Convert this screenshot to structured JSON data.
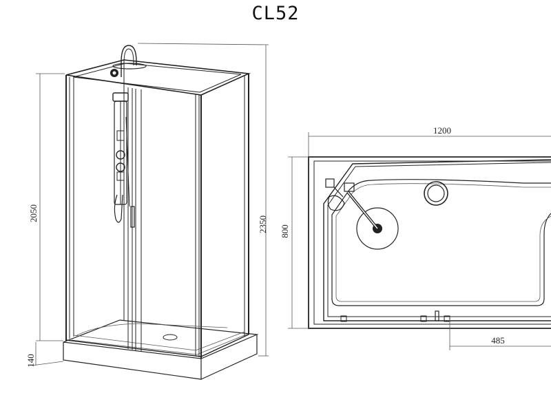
{
  "title": "CL52",
  "dimensions": {
    "height_cabin": "2050",
    "height_total": "2350",
    "base_height": "140",
    "width": "1200",
    "depth": "800",
    "drain_offset": "485"
  }
}
